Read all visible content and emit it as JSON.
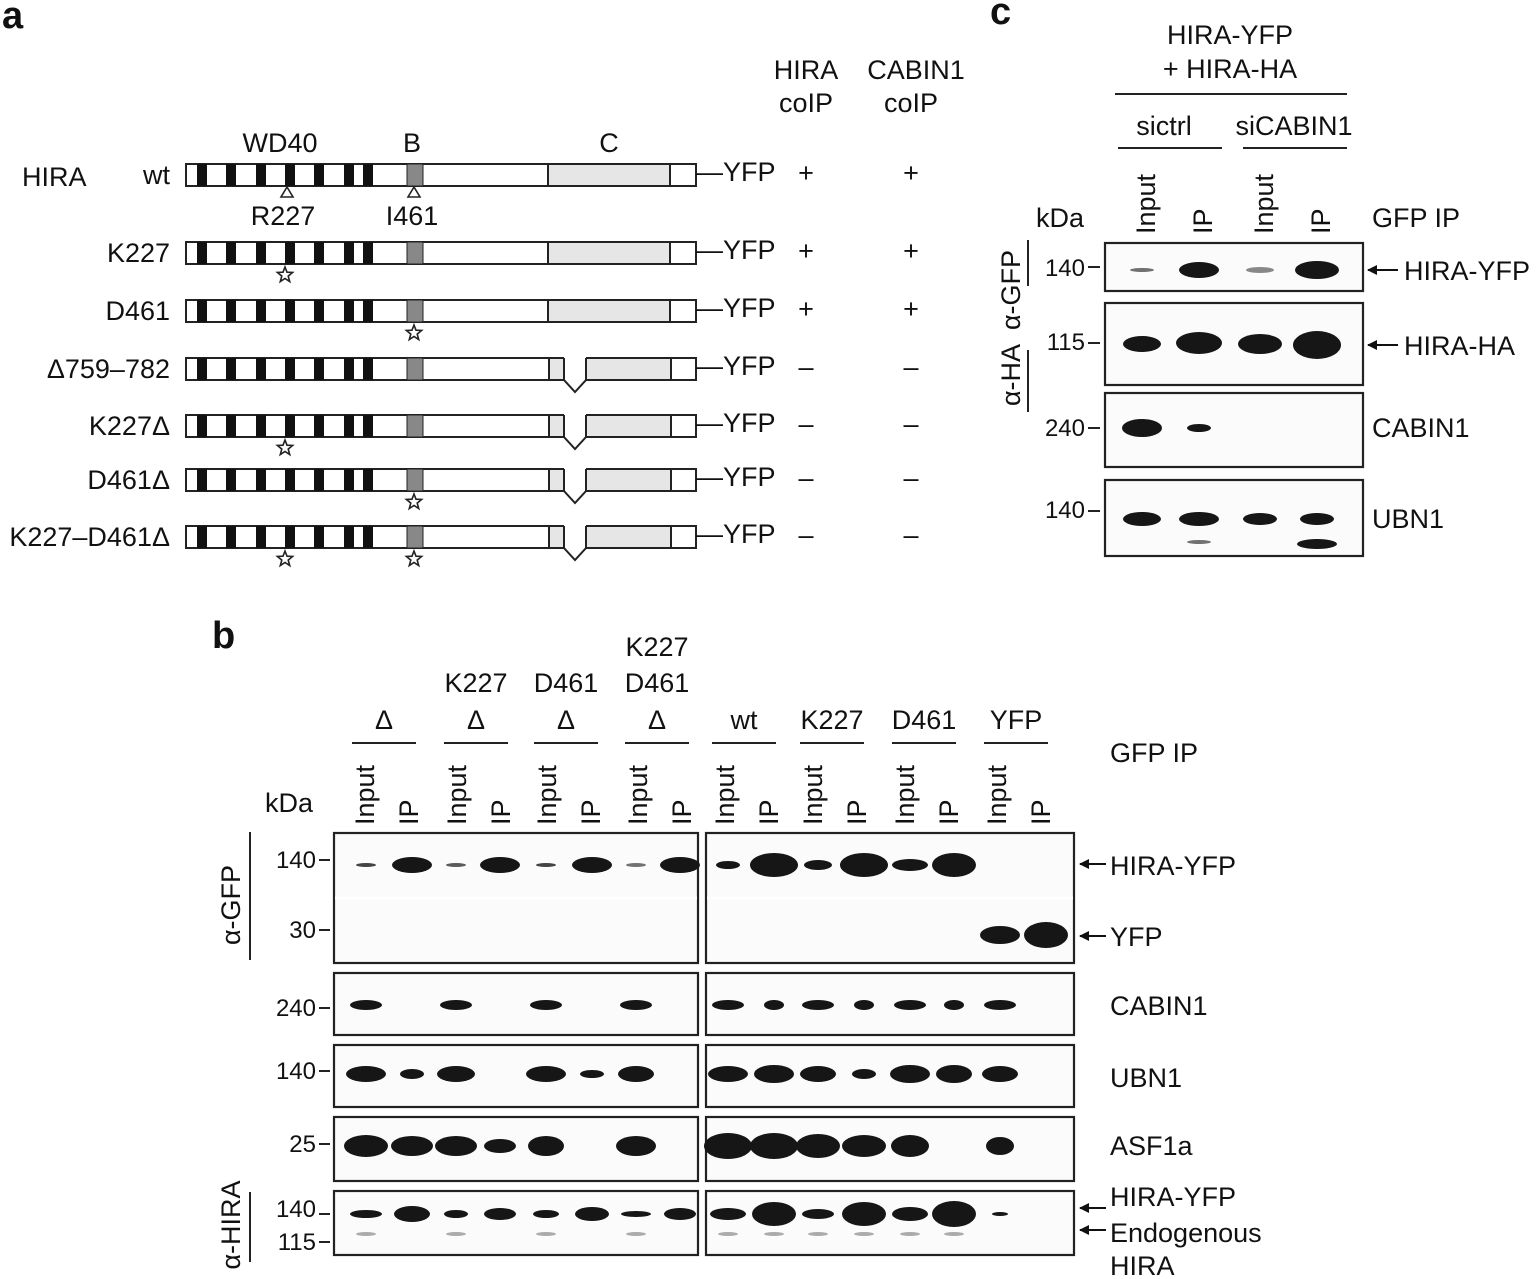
{
  "panel_a": {
    "label": "a",
    "col_headers": [
      {
        "l1": "HIRA",
        "l2": "coIP"
      },
      {
        "l1": "CABIN1",
        "l2": "coIP"
      }
    ],
    "protein": "HIRA",
    "domains": {
      "wd40": "WD40",
      "b": "B",
      "c": "C"
    },
    "tag": "—YFP",
    "wt_markers": [
      "R227",
      "I461"
    ],
    "constructs": [
      {
        "name": "wt",
        "hira": "+",
        "cabin1": "+"
      },
      {
        "name": "K227",
        "hira": "+",
        "cabin1": "+"
      },
      {
        "name": "D461",
        "hira": "+",
        "cabin1": "+"
      },
      {
        "name": "Δ759–782",
        "hira": "–",
        "cabin1": "–"
      },
      {
        "name": "K227Δ",
        "hira": "–",
        "cabin1": "–"
      },
      {
        "name": "D461Δ",
        "hira": "–",
        "cabin1": "–"
      },
      {
        "name": "K227–D461Δ",
        "hira": "–",
        "cabin1": "–"
      }
    ]
  },
  "panel_b": {
    "label": "b",
    "groups": [
      {
        "top": "",
        "mid": "",
        "bottom": "Δ"
      },
      {
        "top": "",
        "mid": "K227",
        "bottom": "Δ"
      },
      {
        "top": "",
        "mid": "D461",
        "bottom": "Δ"
      },
      {
        "top": "K227",
        "mid": "D461",
        "bottom": "Δ"
      },
      {
        "top": "",
        "mid": "",
        "bottom": "wt"
      },
      {
        "top": "",
        "mid": "",
        "bottom": "K227"
      },
      {
        "top": "",
        "mid": "",
        "bottom": "D461"
      },
      {
        "top": "",
        "mid": "",
        "bottom": "YFP"
      }
    ],
    "lane_labels": [
      "Input",
      "IP"
    ],
    "ip_label": "GFP IP",
    "kda": "kDa",
    "antibodies": [
      "α-GFP",
      "α-HIRA"
    ],
    "markers": {
      "hira_yfp": "140",
      "yfp": "30",
      "cabin1": "240",
      "ubn1": "140",
      "asf1a": "25",
      "hira_top": "140",
      "hira_bottom": "115"
    },
    "right_labels": {
      "hira_yfp": "HIRA-YFP",
      "yfp": "YFP",
      "cabin1": "CABIN1",
      "ubn1": "UBN1",
      "asf1a": "ASF1a",
      "hira_yfp_2": "HIRA-YFP",
      "endogenous_1": "Endogenous",
      "endogenous_2": "HIRA"
    }
  },
  "panel_c": {
    "label": "c",
    "title_1": "HIRA-YFP",
    "title_2": "+ HIRA-HA",
    "groups": [
      "sictrl",
      "siCABIN1"
    ],
    "lane_labels": [
      "Input",
      "IP"
    ],
    "ip_label": "GFP IP",
    "kda": "kDa",
    "antibodies": [
      "α-GFP",
      "α-HA"
    ],
    "markers": {
      "hira_yfp": "140",
      "hira_ha": "115",
      "cabin1": "240",
      "ubn1": "140"
    },
    "right_labels": {
      "hira_yfp": "HIRA-YFP",
      "hira_ha": "HIRA-HA",
      "cabin1": "CABIN1",
      "ubn1": "UBN1"
    }
  }
}
